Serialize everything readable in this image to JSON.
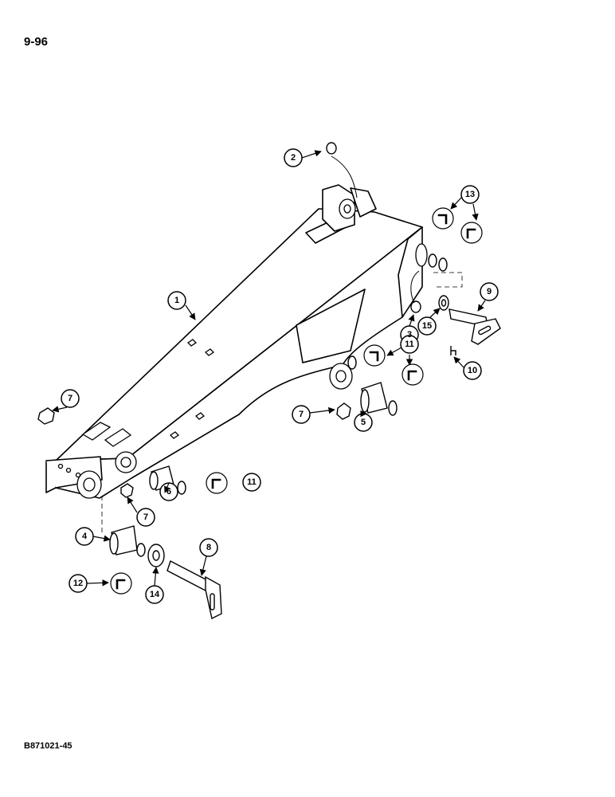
{
  "page": {
    "page_number": "9-96",
    "figure_code": "B871021-45"
  },
  "callouts": [
    "1",
    "2",
    "3",
    "4",
    "5",
    "6",
    "7",
    "7",
    "7",
    "8",
    "9",
    "10",
    "11",
    "11",
    "12",
    "13",
    "14",
    "15"
  ],
  "colors": {
    "ink": "#000000",
    "paper": "#ffffff"
  }
}
